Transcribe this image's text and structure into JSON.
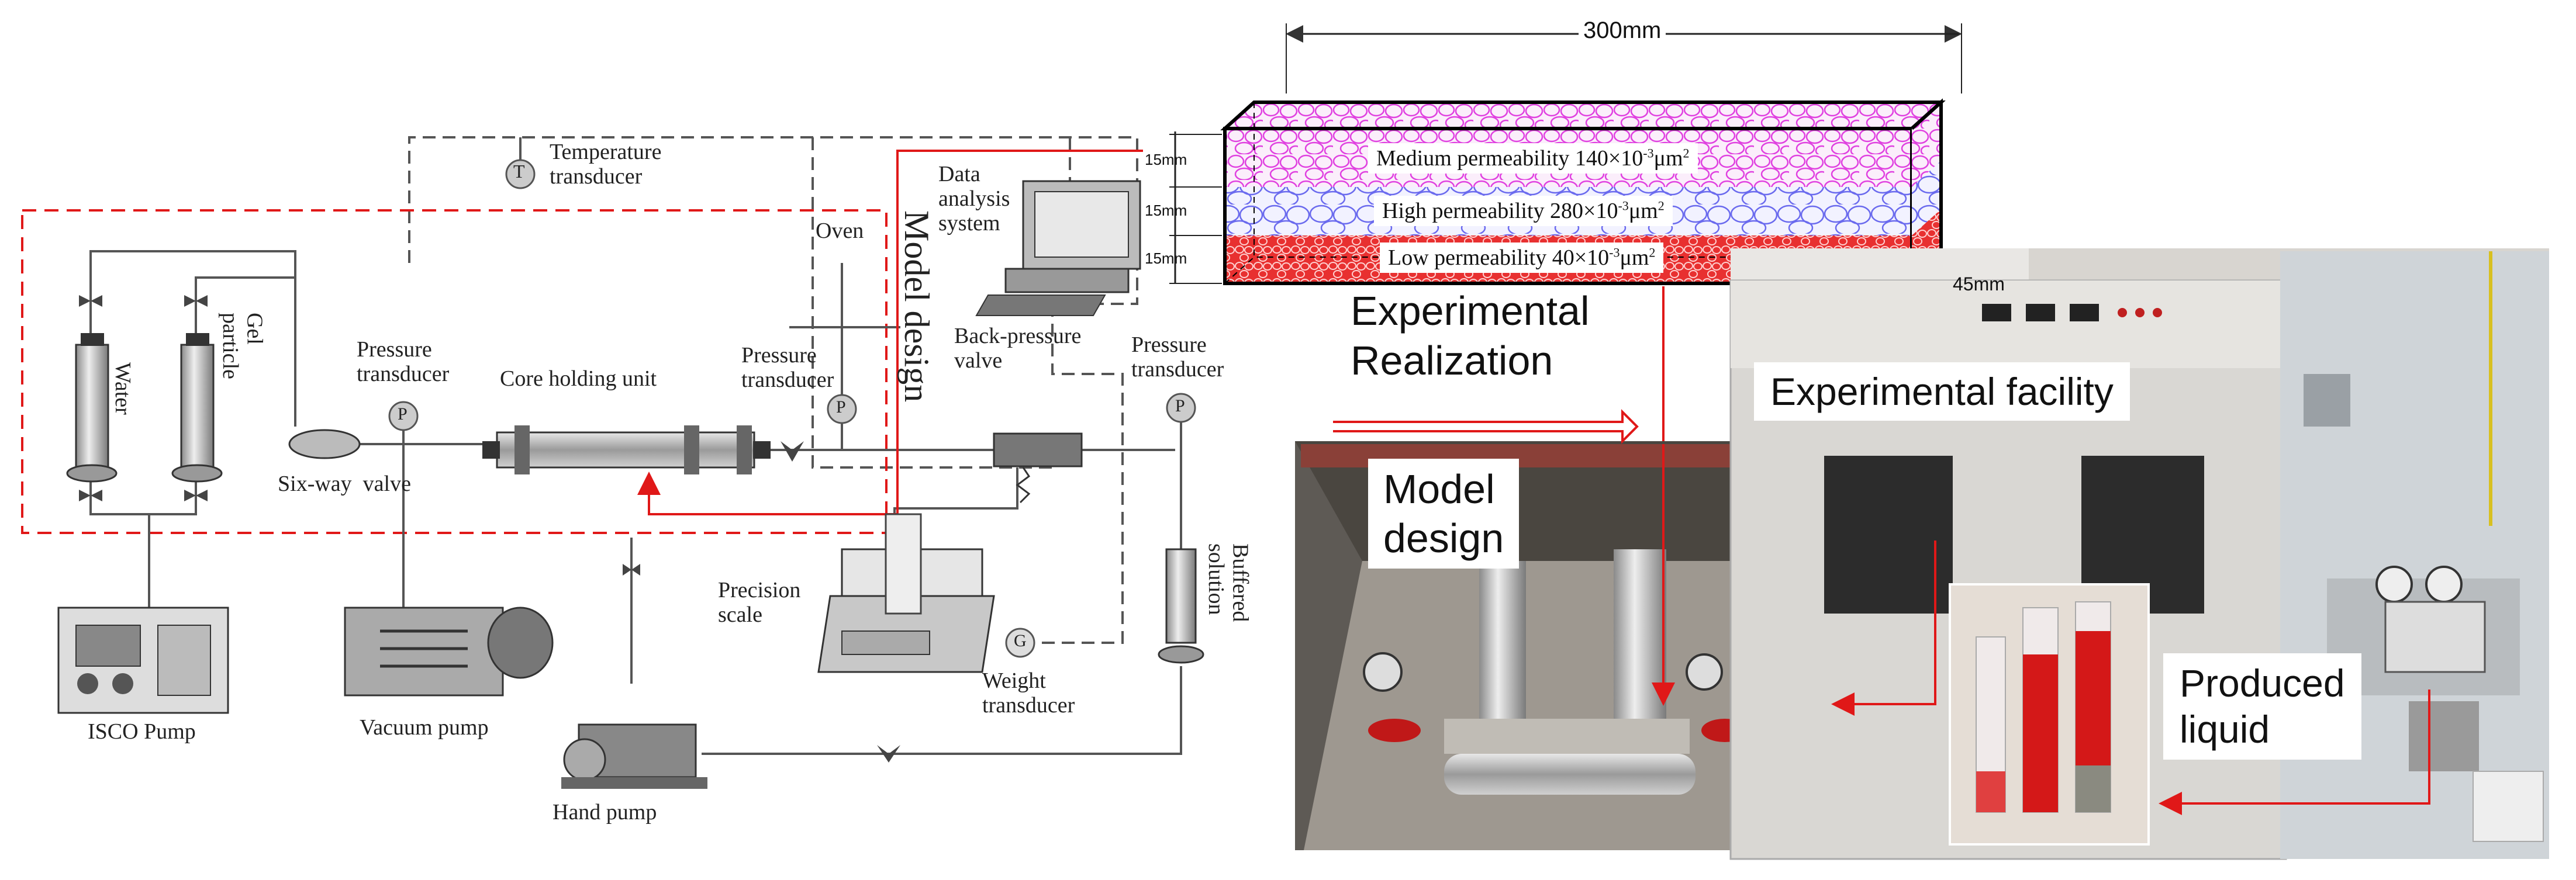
{
  "colors": {
    "line": "#555555",
    "red": "#e01818",
    "medium_layer": "#e040e0",
    "high_layer": "#6a6aee",
    "low_layer": "#e02020"
  },
  "schematic": {
    "temperature_transducer": "Temperature\ntransducer",
    "temperature_symbol": "T",
    "data_analysis_system": "Data\nanalysis\nsystem",
    "oven": "Oven",
    "model_design_vertical": "Model design",
    "pressure_transducer_1": "Pressure\ntransducer",
    "pressure_transducer_2": "Pressure\ntransducer",
    "pressure_transducer_3": "Pressure\ntransducer",
    "pressure_symbol": "P",
    "core_holding_unit": "Core holding unit",
    "back_pressure_valve": "Back-pressure\nvalve",
    "water": "Water",
    "gel_particle": "Gel\nparticle",
    "six_way_valve": "Six-way  valve",
    "precision_scale": "Precision\nscale",
    "weight_transducer": "Weight\ntransducer",
    "weight_symbol": "G",
    "buffered_solution": "Buffered\nsolution",
    "isco_pump": "ISCO Pump",
    "vacuum_pump": "Vacuum pump",
    "hand_pump": "Hand pump"
  },
  "model": {
    "length": "300mm",
    "width": "45mm",
    "layer_thickness": [
      "15mm",
      "15mm",
      "15mm"
    ],
    "layers": [
      {
        "name": "Medium permeability",
        "value": "140×10",
        "exp": "-3",
        "unit": "μm",
        "unit_exp": "2"
      },
      {
        "name": "High permeability",
        "value": "280×10",
        "exp": "-3",
        "unit": "μm",
        "unit_exp": "2"
      },
      {
        "name": "Low permeability",
        "value": "40×10",
        "exp": "-3",
        "unit": "μm",
        "unit_exp": "2"
      }
    ]
  },
  "photos": {
    "experimental_realization": "Experimental\nRealization",
    "model_design": "Model\ndesign",
    "experimental_facility": "Experimental facility",
    "produced_liquid": "Produced\nliquid"
  }
}
